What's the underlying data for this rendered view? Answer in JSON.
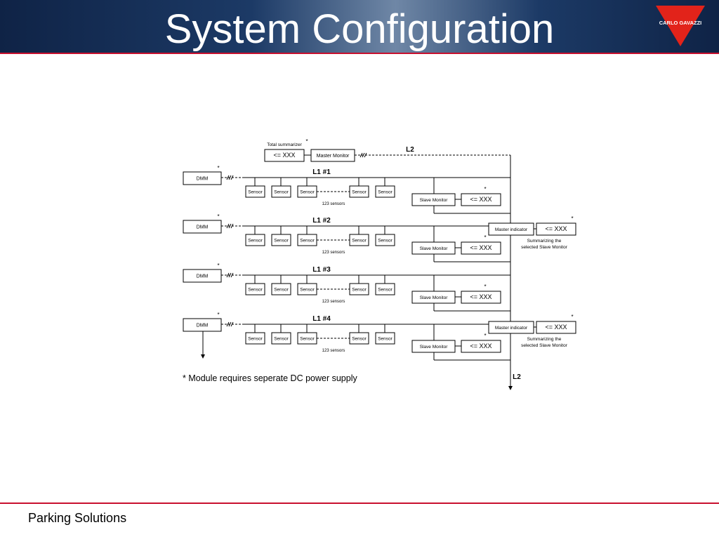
{
  "slide": {
    "title": "System Configuration",
    "footer": "Parking Solutions"
  },
  "logo": {
    "text": "CARLO GAVAZZI",
    "color": "#e2231a"
  },
  "colors": {
    "header_dark": "#0f2346",
    "accent_red": "#c8102e"
  },
  "diagram": {
    "total_summarizer_label": "Total summarizer",
    "asterisk": "*",
    "display_text": "<= XXX",
    "master_monitor": "Master Monitor",
    "bus_l2": "L2",
    "bus_l2_bottom": "L2",
    "dmm": "DMM",
    "sensor": "Sensor",
    "sensor_count": "123 sensors",
    "slave_monitor": "Slave Monitor",
    "master_indicator": "Master indicator",
    "summarizing_line1": "Summarizing the",
    "summarizing_line2": "selected Slave Monitor",
    "lines": [
      "L1 #1",
      "L1 #2",
      "L1 #3",
      "L1 #4"
    ],
    "footnote": "* Module requires seperate DC power supply"
  }
}
